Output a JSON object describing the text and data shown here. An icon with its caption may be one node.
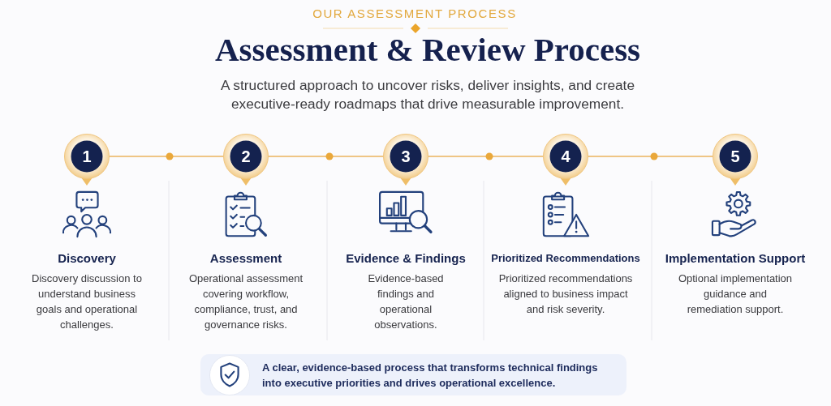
{
  "diagram": {
    "title": "Assessment & Review Process",
    "nodes": [
      {
        "text": [
          "1"
        ],
        "beside": [
          "Discovery",
          "Discovery discussion to understand business goals and operational challenges."
        ]
      },
      {
        "text": [
          "2"
        ],
        "beside": [
          "Assessment",
          "Operational assessment covering workflow, compliance, trust, and governance risks."
        ]
      },
      {
        "text": [
          "3"
        ],
        "beside": [
          "Evidence & Findings",
          "Evidence-based findings and operational observations."
        ]
      },
      {
        "text": [
          "4"
        ],
        "beside": [
          "Prioritized Recommendations",
          "Prioritized recommendations aligned to business impact and risk severity."
        ]
      },
      {
        "text": [
          "5"
        ],
        "beside": [
          "Implementation Support",
          "Optional implementation guidance and remediation support."
        ]
      },
      {
        "text": [
          "A clear, evidence-based process that transforms technical findings into executive priorities and drives operational excellence."
        ]
      }
    ],
    "edges": [
      {
        "from": 0,
        "to": 1,
        "arrow": "none"
      },
      {
        "from": 1,
        "to": 2,
        "arrow": "none"
      },
      {
        "from": 2,
        "to": 3,
        "arrow": "none"
      },
      {
        "from": 3,
        "to": 4,
        "arrow": "none"
      }
    ],
    "labels": [
      "OUR ASSESSMENT PROCESS",
      "A structured approach to uncover risks, deliver insights, and create executive-ready roadmaps that drive measurable improvement."
    ]
  }
}
